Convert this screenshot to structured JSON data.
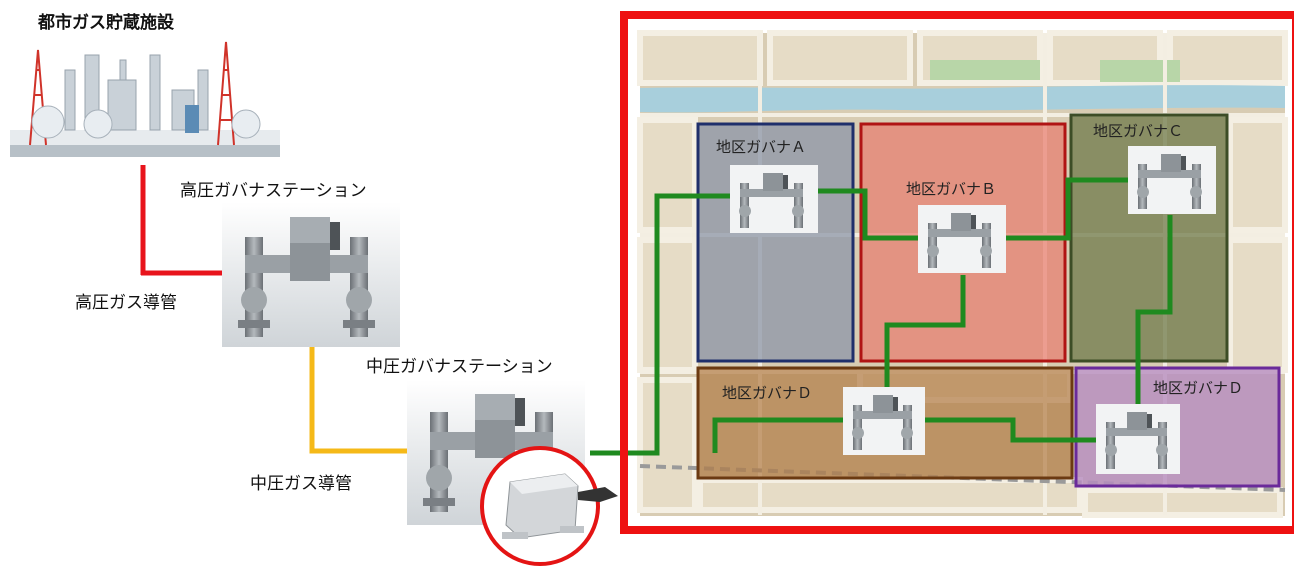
{
  "labels": {
    "storage_facility": "都市ガス貯蔵施設",
    "high_pressure_station": "高圧ガバナステーション",
    "high_pressure_pipe": "高圧ガス導管",
    "medium_pressure_station": "中圧ガバナステーション",
    "medium_pressure_pipe": "中圧ガス導管"
  },
  "districts": [
    {
      "id": "A",
      "label": "地区ガバナＡ",
      "color": "#1f2f6b",
      "fill": "#8c95a8"
    },
    {
      "id": "B",
      "label": "地区ガバナＢ",
      "color": "#b01414",
      "fill": "#e87a6e"
    },
    {
      "id": "C",
      "label": "地区ガバナＣ",
      "color": "#3d4d26",
      "fill": "#6f7a4a"
    },
    {
      "id": "D1",
      "label": "地区ガバナＤ",
      "color": "#6b3a12",
      "fill": "#b07a45"
    },
    {
      "id": "D2",
      "label": "地区ガバナＤ",
      "color": "#6a2a9a",
      "fill": "#b68cc0"
    }
  ],
  "colors": {
    "high_pressure_line": "#e8141c",
    "medium_pressure_line": "#f5b918",
    "district_network_line": "#1f8a1f",
    "highlight_frame": "#ee1111",
    "map_base": "#d9cdb4",
    "river": "#a8cfdc"
  },
  "icons": {
    "governor": "governor-station-icon",
    "storage": "gas-storage-plant-icon",
    "sensor": "vibration-sensor-icon"
  }
}
